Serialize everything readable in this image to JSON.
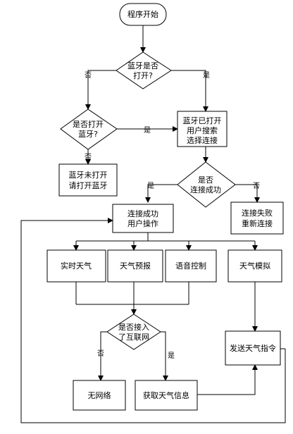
{
  "nodes": {
    "start": "程序开始",
    "bt_on_q": [
      "蓝牙是否",
      "打开?"
    ],
    "bt_open_q": [
      "是否打开",
      "蓝牙?"
    ],
    "bt_opened": [
      "蓝牙已打开",
      "用户搜索",
      "选择连接"
    ],
    "bt_not_open": [
      "蓝牙未打开",
      "请打开蓝牙"
    ],
    "connect_q": [
      "是否",
      "连接成功"
    ],
    "connected": [
      "连接成功",
      "用户操作"
    ],
    "connect_fail": [
      "连接失败",
      "重新连接"
    ],
    "realtime": "实时天气",
    "forecast": "天气预报",
    "voice": "语音控制",
    "simulate": "天气模拟",
    "internet_q": [
      "是否接入",
      "了互联网"
    ],
    "send_cmd": "发送天气指令",
    "no_network": "无网络",
    "get_info": "获取天气信息"
  },
  "labels": {
    "yes": "是",
    "no": "否"
  }
}
